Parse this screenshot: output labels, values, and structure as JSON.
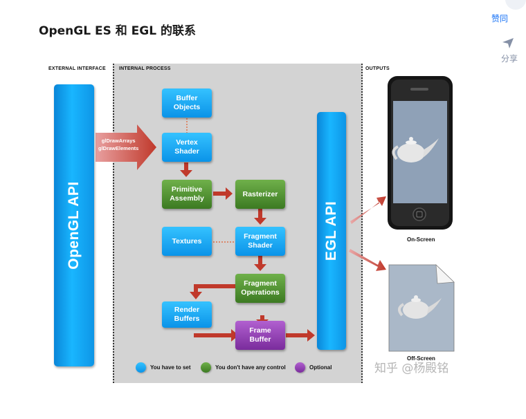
{
  "article": {
    "title": "OpenGL ES 和 EGL 的联系"
  },
  "actions": {
    "like_label": "赞同",
    "share_label": "分享"
  },
  "diagram": {
    "sections": {
      "external": "EXTERNAL INTERFACE",
      "internal": "INTERNAL PROCESS",
      "outputs": "OUTPUTS"
    },
    "opengl_api": "OpenGL API",
    "egl_api": "EGL API",
    "draw_calls": [
      "glDrawArrays",
      "glDrawElements"
    ],
    "stages": {
      "buffer_objects": [
        "Buffer",
        "Objects"
      ],
      "vertex_shader": [
        "Vertex",
        "Shader"
      ],
      "primitive_assembly": [
        "Primitive",
        "Assembly"
      ],
      "rasterizer": [
        "Rasterizer"
      ],
      "textures": [
        "Textures"
      ],
      "fragment_shader": [
        "Fragment",
        "Shader"
      ],
      "fragment_operations": [
        "Fragment",
        "Operations"
      ],
      "render_buffers": [
        "Render",
        "Buffers"
      ],
      "frame_buffer": [
        "Frame",
        "Buffer"
      ]
    },
    "legend": [
      {
        "label": "You have to set",
        "color": "#14a6f5"
      },
      {
        "label": "You don't have any control",
        "color": "#4c8c2e"
      },
      {
        "label": "Optional",
        "color": "#9a3fbf"
      }
    ],
    "outputs": {
      "on_screen": "On-Screen",
      "off_screen": "Off-Screen"
    },
    "colors": {
      "set": "#14a6f5",
      "no_control": "#4c8c2e",
      "optional": "#9a3fbf",
      "arrow": "#c0392b"
    }
  },
  "watermark": "知乎 @杨殿铭"
}
